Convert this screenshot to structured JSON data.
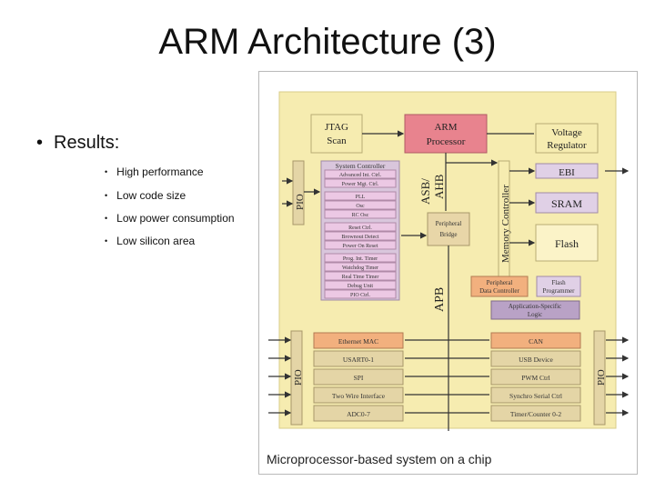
{
  "slide": {
    "title": "ARM Architecture (3)",
    "bullet": "Results:",
    "sub_bullets": [
      "High performance",
      "Low code size",
      "Low power consumption",
      "Low silicon area"
    ]
  },
  "diagram": {
    "caption": "Microprocessor-based system on a chip",
    "jtag": "JTAG Scan",
    "arm": "ARM Processor",
    "voltage": "Voltage Regulator",
    "ebi": "EBI",
    "sram": "SRAM",
    "flash": "Flash",
    "memory_controller": "Memory Controller",
    "asb_ahb": "ASB/ AHB",
    "apb": "APB",
    "pio": "PIO",
    "system_controller": "System Controller",
    "sys_items": [
      "Advanced Int. Ctrl.",
      "Power Mgt. Ctrl.",
      "PLL",
      "Osc",
      "RC Osc",
      "Reset Ctrl.",
      "Brownout Detect",
      "Power On Reset",
      "Prog. Int. Timer",
      "Watchdog Timer",
      "Real Time Timer",
      "Debug Unit",
      "PIO Ctrl."
    ],
    "peripheral_bridge": "Peripheral Bridge",
    "peripheral_dc": "Peripheral Data Controller",
    "flash_programmer": "Flash Programmer",
    "app_logic": "Application-Specific Logic",
    "left_periph": [
      "Ethernet MAC",
      "USART0-1",
      "SPI",
      "Two Wire Interface",
      "ADC0-7"
    ],
    "right_periph": [
      "CAN",
      "USB Device",
      "PWM Ctrl",
      "Synchro Serial Ctrl",
      "Timer/Counter 0-2"
    ]
  },
  "colors": {
    "board": "#f6ecb0",
    "arm": "#e8838e",
    "sys_panel": "#d9c6dc",
    "sys_item": "#ecc8e4",
    "orange": "#f2b07e",
    "beige": "#e4d5a6",
    "flash_bg": "#fbf3c8"
  }
}
